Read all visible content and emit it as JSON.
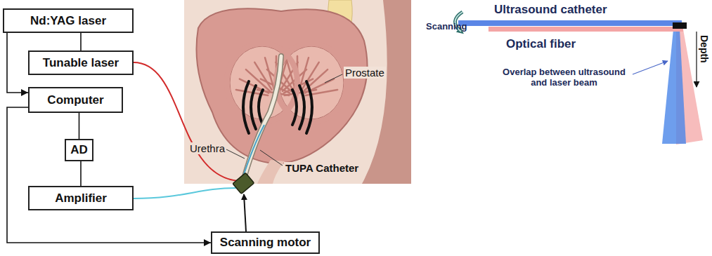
{
  "diagram": {
    "nodes": [
      {
        "text": [
          "Nd:YAG laser"
        ]
      },
      {
        "text": [
          "Tunable laser"
        ]
      },
      {
        "text": [
          "Computer"
        ]
      },
      {
        "text": [
          "AD"
        ]
      },
      {
        "text": [
          "Amplifier"
        ]
      },
      {
        "text": [
          "Scanning motor"
        ]
      }
    ],
    "edges": [
      {
        "from": 0,
        "to": 2,
        "arrow": "to"
      },
      {
        "from": 0,
        "to": 1,
        "arrow": "none"
      },
      {
        "from": 2,
        "to": 3,
        "arrow": "none"
      },
      {
        "from": 3,
        "to": 4,
        "arrow": "none"
      },
      {
        "from": 2,
        "to": 5,
        "arrow": "to"
      }
    ],
    "labels": [
      "Prostate",
      "Urethra",
      "TUPA Catheter",
      "Scanning",
      "Ultrasound catheter",
      "Optical fiber",
      "Overlap between ultrasound and laser beam",
      "Depth"
    ]
  }
}
